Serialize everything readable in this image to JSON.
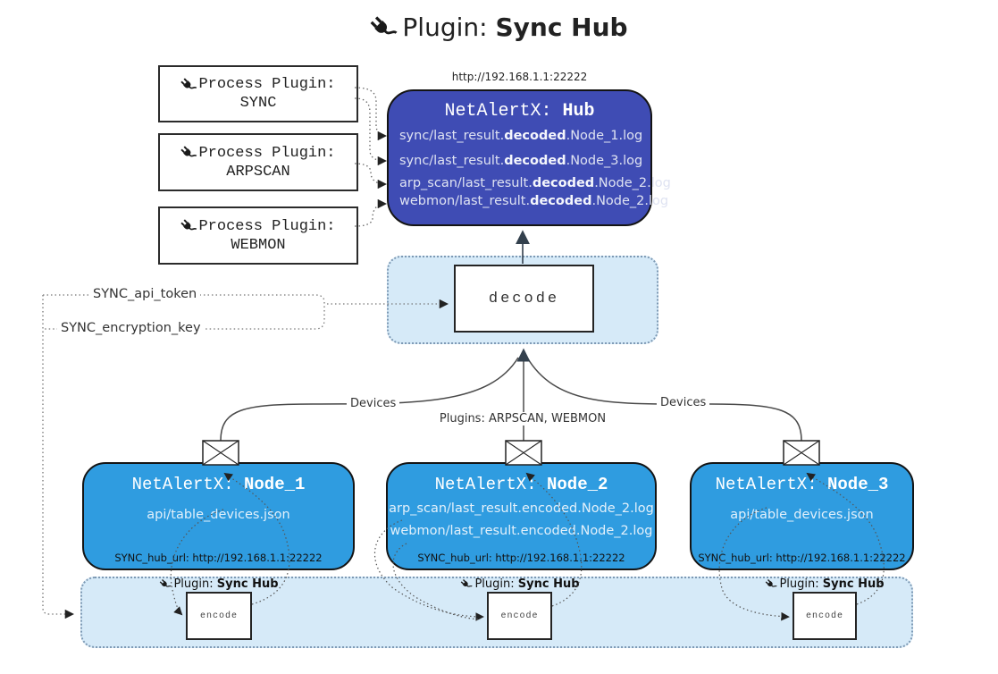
{
  "title": {
    "prefix": "Plugin: ",
    "name": "Sync Hub"
  },
  "process_plugins": [
    {
      "label": "Process Plugin:",
      "name": "SYNC"
    },
    {
      "label": "Process Plugin:",
      "name": "ARPSCAN"
    },
    {
      "label": "Process Plugin:",
      "name": "WEBMON"
    }
  ],
  "hub": {
    "url": "http://192.168.1.1:22222",
    "title_prefix": "NetAlertX: ",
    "title_name": "Hub",
    "logs": [
      {
        "pre": "sync/last_result.",
        "bold": "decoded",
        "post": ".Node_1.log"
      },
      {
        "pre": "sync/last_result.",
        "bold": "decoded",
        "post": ".Node_3.log"
      },
      {
        "pre": "arp_scan/last_result.",
        "bold": "decoded",
        "post": ".Node_2.log"
      },
      {
        "pre": "webmon/last_result.",
        "bold": "decoded",
        "post": ".Node_2.log"
      }
    ]
  },
  "decode_box": {
    "label": "decode"
  },
  "config_keys": {
    "api_token": "SYNC_api_token",
    "encryption_key": "SYNC_encryption_key"
  },
  "edge_labels": {
    "devices_left": "Devices",
    "plugins_mid": "Plugins: ARPSCAN, WEBMON",
    "devices_right": "Devices"
  },
  "nodes": [
    {
      "title_prefix": "NetAlertX: ",
      "title_name": "Node_1",
      "files": [
        "api/table_devices.json"
      ],
      "hub_url": "SYNC_hub_url: http://192.168.1.1:22222"
    },
    {
      "title_prefix": "NetAlertX: ",
      "title_name": "Node_2",
      "files": [
        "arp_scan/last_result.encoded.Node_2.log",
        "webmon/last_result.encoded.Node_2.log"
      ],
      "hub_url": "SYNC_hub_url: http://192.168.1.1:22222"
    },
    {
      "title_prefix": "NetAlertX: ",
      "title_name": "Node_3",
      "files": [
        "api/table_devices.json"
      ],
      "hub_url": "SYNC_hub_url: http://192.168.1.1:22222"
    }
  ],
  "encoders": [
    {
      "plugin_prefix": "Plugin: ",
      "plugin_name": "Sync Hub",
      "label": "encode"
    },
    {
      "plugin_prefix": "Plugin: ",
      "plugin_name": "Sync Hub",
      "label": "encode"
    },
    {
      "plugin_prefix": "Plugin: ",
      "plugin_name": "Sync Hub",
      "label": "encode"
    }
  ],
  "colors": {
    "hub_bg": "#3f4cb4",
    "node_bg": "#2f9ce0",
    "container_bg": "#d6eaf8",
    "connector": "#444444"
  }
}
